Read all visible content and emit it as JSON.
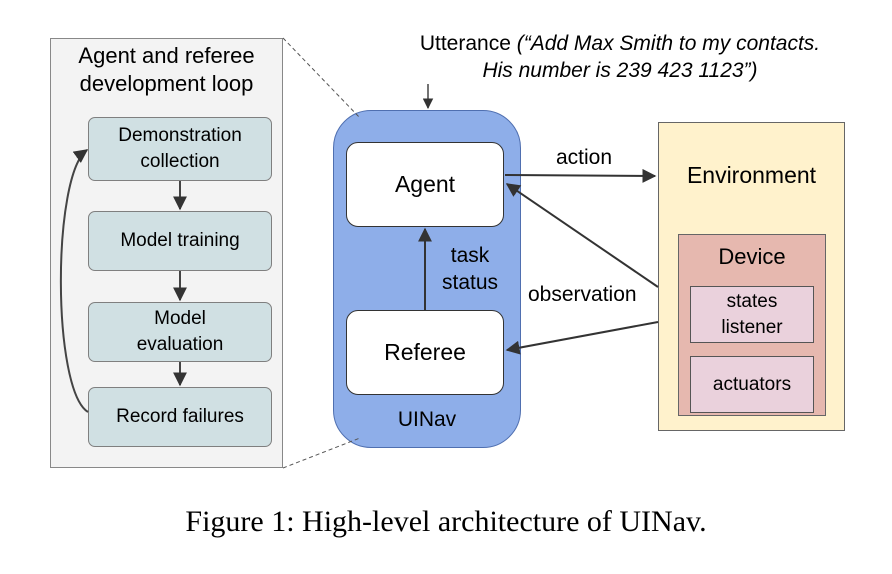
{
  "loop_panel": {
    "title_line1": "Agent and referee",
    "title_line2": "development loop",
    "steps": [
      {
        "line1": "Demonstration",
        "line2": "collection"
      },
      {
        "line1": "Model training",
        "line2": ""
      },
      {
        "line1": "Model",
        "line2": "evaluation"
      },
      {
        "line1": "Record failures",
        "line2": ""
      }
    ]
  },
  "uinav": {
    "label": "UINav",
    "agent": "Agent",
    "referee": "Referee",
    "task_status_line1": "task",
    "task_status_line2": "status"
  },
  "environment": {
    "label": "Environment",
    "device": {
      "label": "Device",
      "states_line1": "states",
      "states_line2": "listener",
      "actuators": "actuators"
    }
  },
  "edges": {
    "action": "action",
    "observation": "observation"
  },
  "utterance": {
    "prefix": "Utterance ",
    "quote_line1": "(“Add Max Smith to my contacts.",
    "quote_line2": "His number is 239 423 1123”)"
  },
  "caption": "Figure 1: High-level architecture of UINav.",
  "colors": {
    "loop_panel_bg": "#f3f3f3",
    "step_bg": "#d0e0e3",
    "uinav_bg": "#8eaee9",
    "environment_bg": "#fff2cc",
    "device_bg": "#e6b8af",
    "device_item_bg": "#ead1dc"
  }
}
